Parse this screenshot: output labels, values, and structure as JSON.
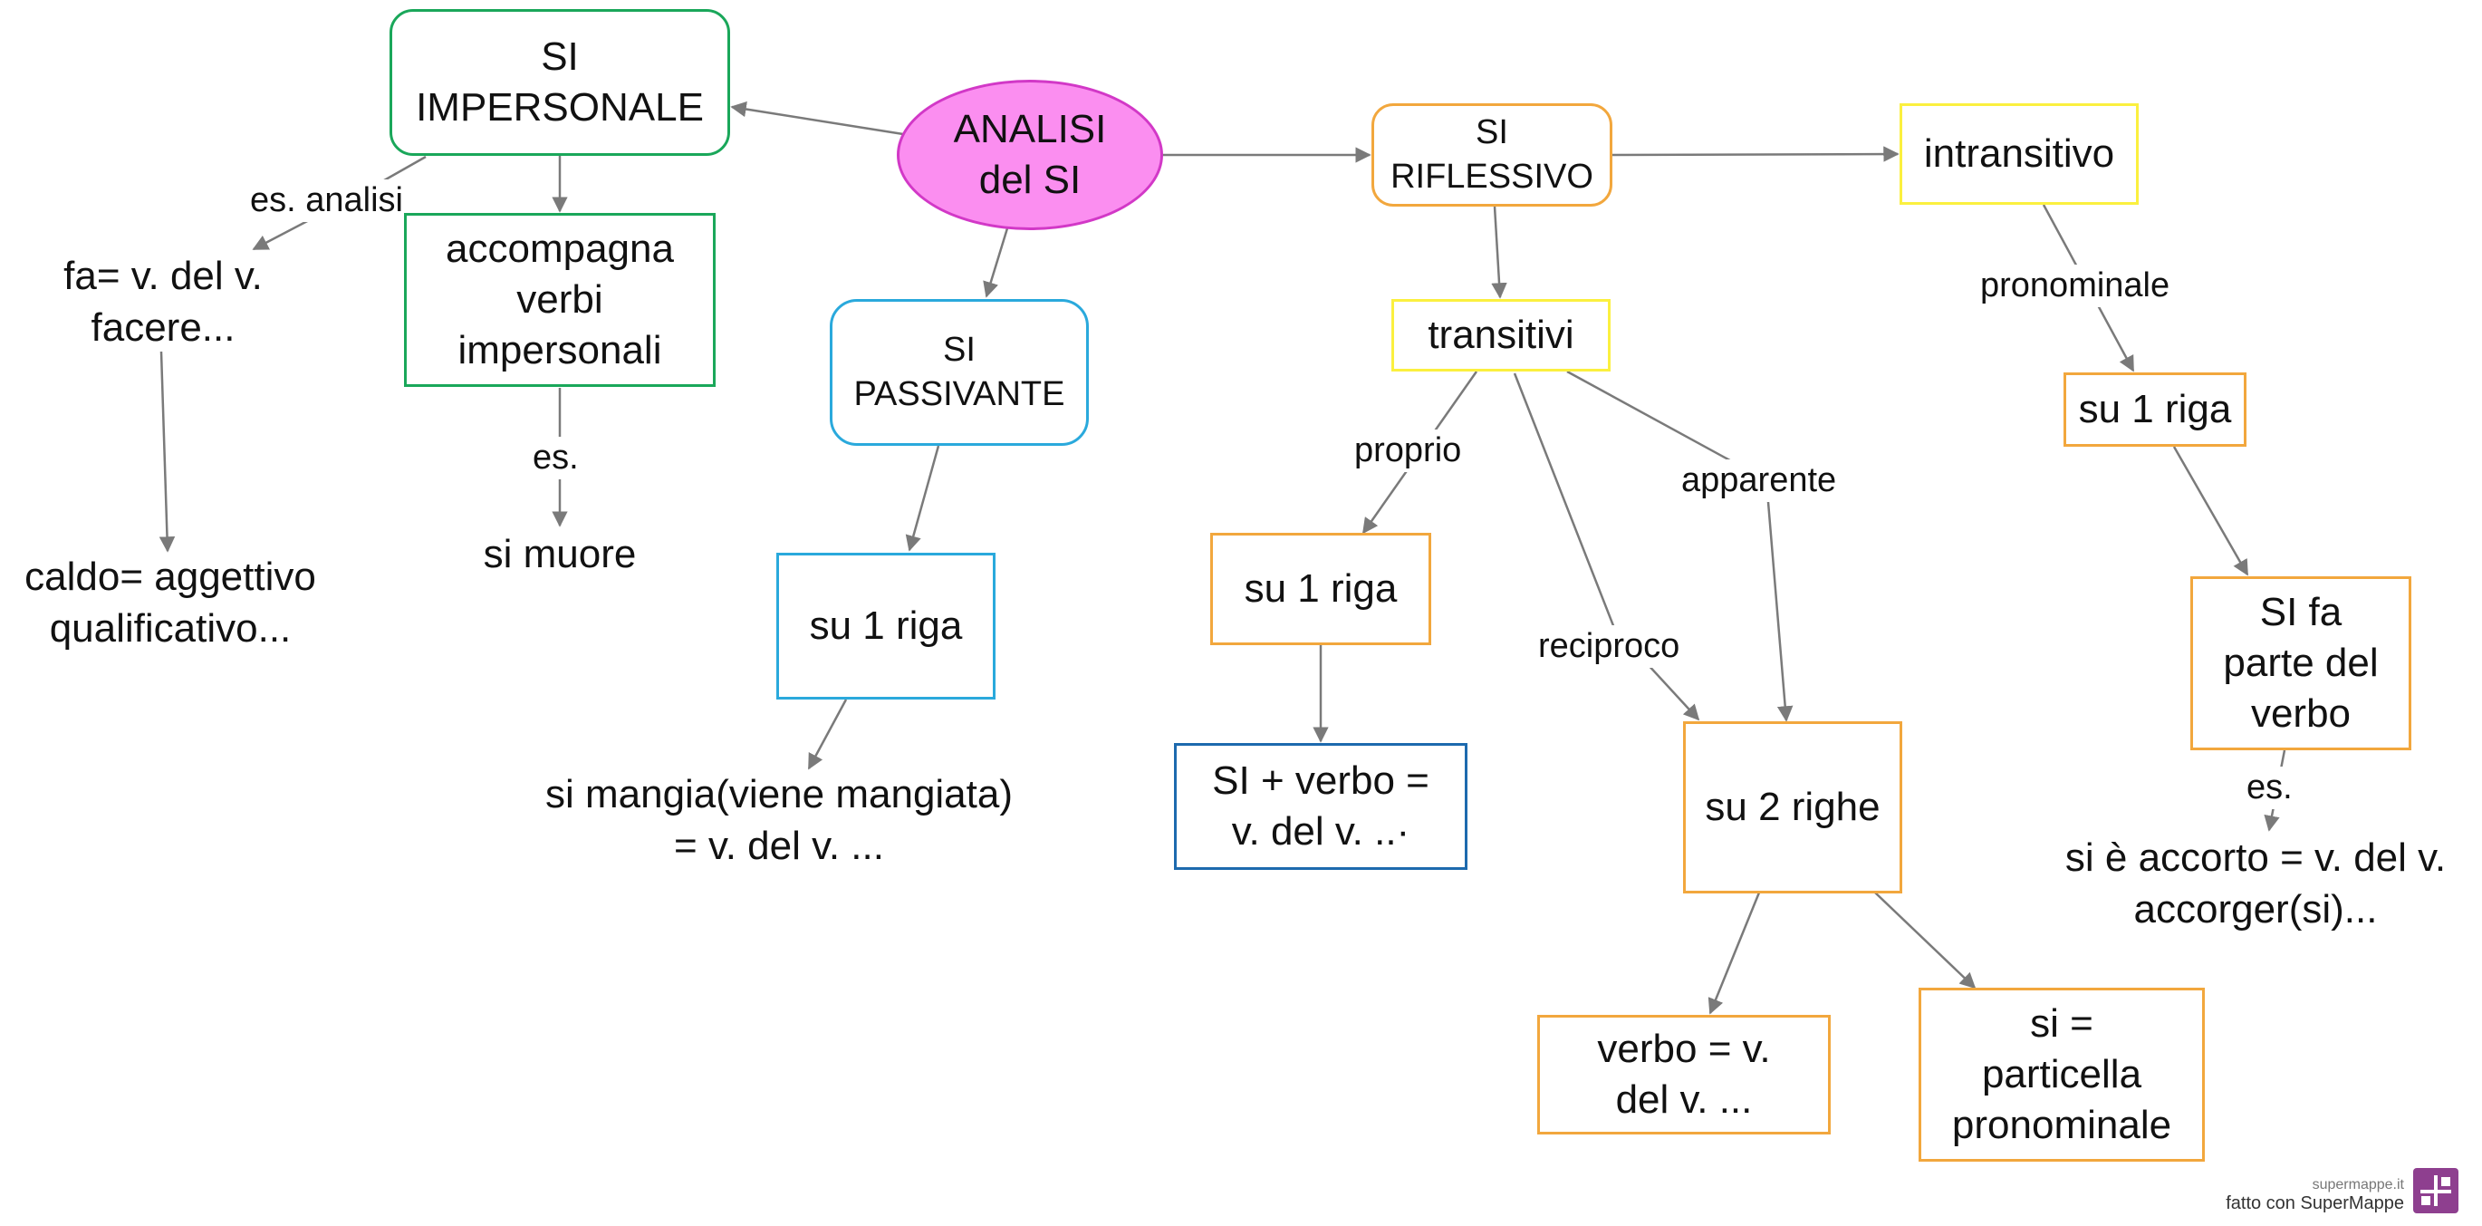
{
  "colors": {
    "green": "#1aa75a",
    "magenta_fill": "#fb8ef0",
    "magenta_border": "#d238c7",
    "cyan": "#2aa9dc",
    "orange": "#f2a73d",
    "yellow": "#fbf03f",
    "blue": "#1d6aae",
    "edge": "#7a7a7a"
  },
  "nodes": {
    "analisi_si": "ANALISI\ndel SI",
    "si_impersonale": "SI\nIMPERSONALE",
    "accompagna": "accompagna\nverbi\nimpersonali",
    "fa_v": "fa= v. del v.\nfacere...",
    "caldo": "caldo= aggettivo\nqualificativo...",
    "si_muore": "si muore",
    "si_passivante": "SI\nPASSIVANTE",
    "su1riga_pass": "su 1 riga",
    "si_mangia": "si mangia(viene mangiata)\n= v. del v. ...",
    "si_riflessivo": "SI\nRIFLESSIVO",
    "transitivi": "transitivi",
    "su1riga_rifl": "su 1 riga",
    "si_verbo": "SI + verbo =\nv. del v. ..·",
    "su2righe": "su 2 righe",
    "verbo_v": "verbo = v.\ndel v. ...",
    "si_particella": "si =\nparticella\npronominale",
    "intransitivo": "intransitivo",
    "su1riga_intr": "su 1 riga",
    "si_fa_parte": "SI fa\nparte del\nverbo",
    "si_accorto": "si è accorto = v. del v.\naccorger(si)..."
  },
  "edge_labels": {
    "es_analisi": "es. analisi",
    "es_muore": "es.",
    "proprio": "proprio",
    "reciproco": "reciproco",
    "apparente": "apparente",
    "pronominale": "pronominale",
    "es_accorto": "es."
  },
  "footer": {
    "site": "supermappe.it",
    "made_with": "fatto con SuperMappe"
  }
}
